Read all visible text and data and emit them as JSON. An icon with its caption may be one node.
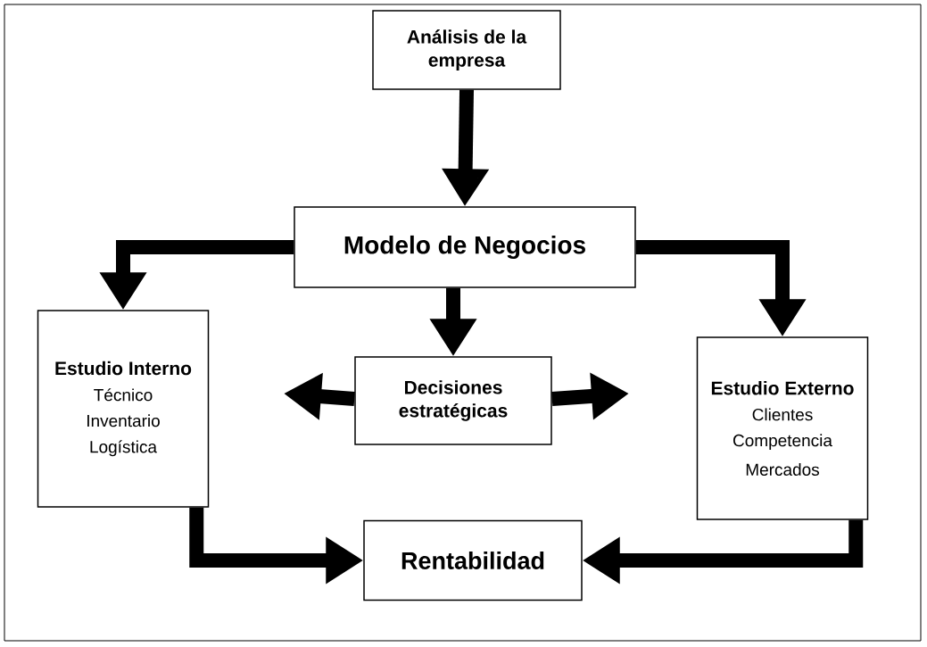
{
  "diagram": {
    "nodes": [
      {
        "text": [
          "Análisis de la empresa"
        ]
      },
      {
        "text": [
          "Modelo de Negocios"
        ]
      },
      {
        "text": [
          "Estudio Interno",
          "Técnico",
          "Inventario",
          "Logística"
        ]
      },
      {
        "text": [
          "Decisiones estratégicas"
        ]
      },
      {
        "text": [
          "Estudio Externo",
          "Clientes",
          "Competencia",
          "Mercados"
        ]
      },
      {
        "text": [
          "Rentabilidad"
        ]
      }
    ],
    "edges": [
      {
        "from": 0,
        "to": 1,
        "arrow": "to"
      },
      {
        "from": 1,
        "to": 2,
        "arrow": "to"
      },
      {
        "from": 1,
        "to": 4,
        "arrow": "to"
      },
      {
        "from": 1,
        "to": 3,
        "arrow": "to"
      },
      {
        "from": 3,
        "to": null,
        "arrow": "to"
      },
      {
        "from": 3,
        "to": null,
        "arrow": "to"
      },
      {
        "from": 2,
        "to": 5,
        "arrow": "to"
      },
      {
        "from": 4,
        "to": 5,
        "arrow": "to"
      }
    ]
  }
}
